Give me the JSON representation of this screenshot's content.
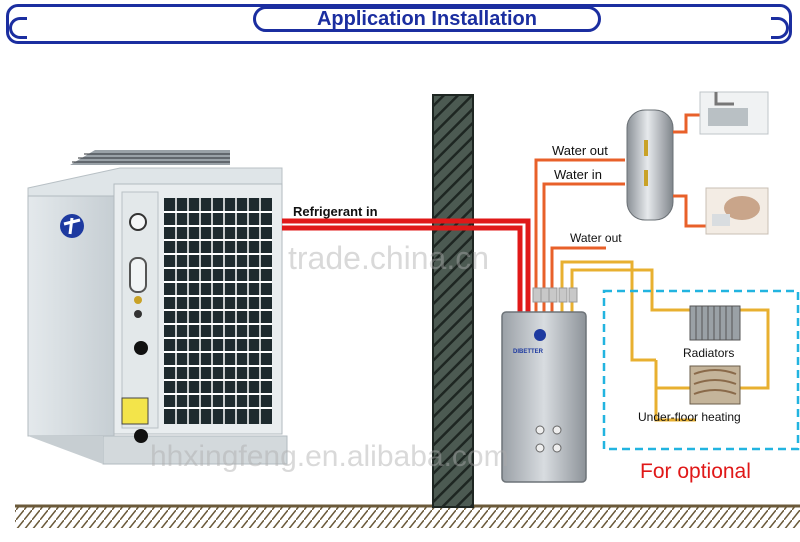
{
  "header": {
    "title": "Application Installation"
  },
  "labels": {
    "refrigerant_in": "Refrigerant in",
    "water_out_top": "Water out",
    "water_in": "Water in",
    "water_out_mid": "Water out",
    "radiators": "Radiators",
    "under_floor": "Under-floor heating",
    "for_optional": "For optional",
    "brand": "DIBETTER"
  },
  "watermarks": [
    "trade.china.cn",
    "hhxingfeng.en.alibaba.com"
  ],
  "colors": {
    "frame_blue": "#1b2ea0",
    "refrigerant_red": "#e01818",
    "water_orange": "#e8602a",
    "heating_yellow": "#e8b030",
    "optional_dash": "#22b4e0",
    "wall": "#2f3a34"
  }
}
